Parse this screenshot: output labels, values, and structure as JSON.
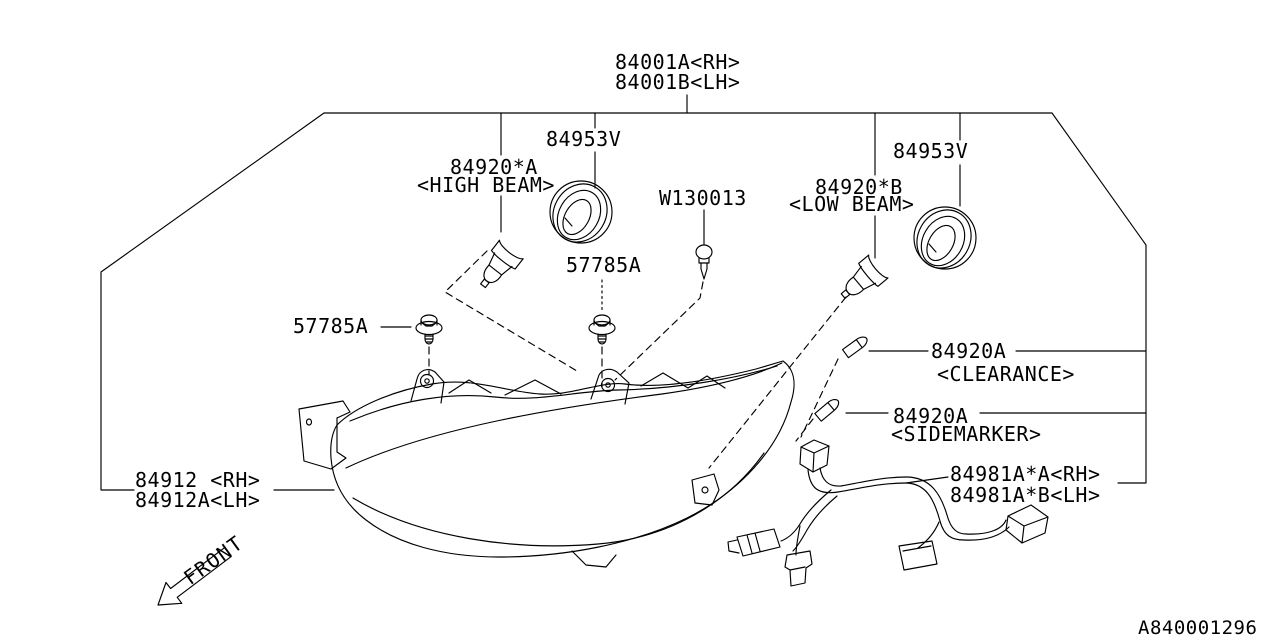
{
  "style": {
    "background": "#ffffff",
    "line_color": "#000000"
  },
  "labels": {
    "headlamp_assy_rh": "84001A<RH>",
    "headlamp_assy_lh": "84001B<LH>",
    "seal_left": "84953V",
    "seal_right": "84953V",
    "bulb_high_beam": "84920*A",
    "bulb_high_beam_caption": "<HIGH BEAM>",
    "bulb_low_beam": "84920*B",
    "bulb_low_beam_caption": "<LOW BEAM>",
    "clip": "W130013",
    "screw_center": "57785A",
    "screw_left": "57785A",
    "bulb_clearance": "84920A",
    "bulb_clearance_caption": "<CLEARANCE>",
    "bulb_sidemarker": "84920A",
    "bulb_sidemarker_caption": "<SIDEMARKER>",
    "lens_body_rh": "84912 <RH>",
    "lens_body_lh": "84912A<LH>",
    "harness_rh": "84981A*A<RH>",
    "harness_lh": "84981A*B<LH>"
  },
  "annotations": {
    "front_indicator": "FRONT",
    "figure_code": "A840001296"
  }
}
